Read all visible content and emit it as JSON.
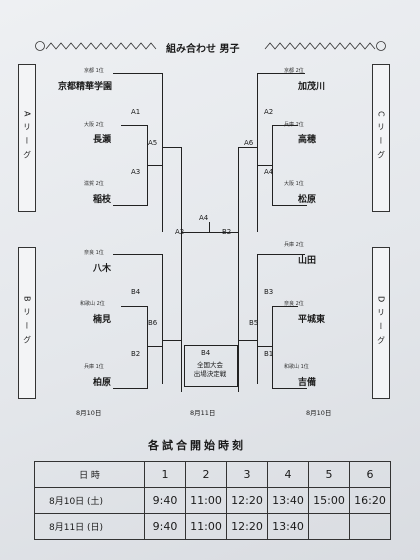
{
  "title": "組み合わせ 男子",
  "leagues": {
    "a": "Aリーグ",
    "b": "Bリーグ",
    "c": "Cリーグ",
    "d": "Dリーグ"
  },
  "left_teams": [
    {
      "meta": "京都 1位",
      "name": "京都精華学園"
    },
    {
      "meta": "大阪 2位",
      "name": "長瀬"
    },
    {
      "meta": "滋賀 2位",
      "name": "稲枝"
    },
    {
      "meta": "奈良 1位",
      "name": "八木"
    },
    {
      "meta": "和歌山 2位",
      "name": "楠見"
    },
    {
      "meta": "兵庫 1位",
      "name": "柏原"
    }
  ],
  "right_teams": [
    {
      "meta": "京都 2位",
      "name": "加茂川"
    },
    {
      "meta": "兵庫 2位",
      "name": "高穂"
    },
    {
      "meta": "大阪 1位",
      "name": "松原"
    },
    {
      "meta": "兵庫 2位",
      "name": "山田"
    },
    {
      "meta": "奈良 2位",
      "name": "平城東"
    },
    {
      "meta": "和歌山 1位",
      "name": "吉備"
    }
  ],
  "matches": {
    "A1": "A1",
    "A3": "A3",
    "A5": "A5",
    "B4": "B4",
    "B2": "B2",
    "B6": "B6",
    "A2": "A2",
    "B2c": "B2",
    "A4": "A4",
    "A2r": "A2",
    "A4r": "A4",
    "A6": "A6",
    "B3": "B3",
    "B1": "B1",
    "B5": "B5"
  },
  "final": {
    "label": "B4",
    "line1": "全国大会",
    "line2": "出場決定戦"
  },
  "dates": {
    "left": "8月10日",
    "center": "8月11日",
    "right": "8月10日"
  },
  "schedule": {
    "title": "各試合開始時刻",
    "header": "日 時",
    "cols": [
      "1",
      "2",
      "3",
      "4",
      "5",
      "6"
    ],
    "rows": [
      {
        "day": "8月10日 (土)",
        "times": [
          "9:40",
          "11:00",
          "12:20",
          "13:40",
          "15:00",
          "16:20"
        ]
      },
      {
        "day": "8月11日 (日)",
        "times": [
          "9:40",
          "11:00",
          "12:20",
          "13:40",
          "",
          ""
        ]
      }
    ]
  }
}
